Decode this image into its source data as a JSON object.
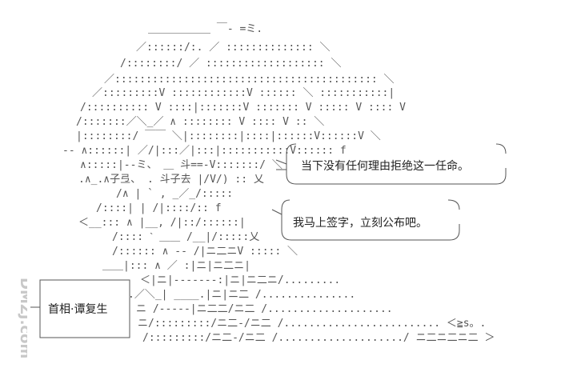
{
  "speech_bubbles": [
    {
      "text": "当下没有任何理由拒绝这一任命。"
    },
    {
      "text": "我马上签字，立刻公布吧。"
    }
  ],
  "caption": {
    "text": "首相·谭复生"
  },
  "watermark": {
    "text": "DMZJ.com"
  },
  "art_lines": [
    "＿＿＿＿＿＿ ￣‐ =ミ.",
    "／::::::/:. ／ :::::::::::::: ＼",
    "/::::::::/ ／ ::::::::::::::::::: ＼",
    "／:::::::::::::::::::::::::::::::::::::::::: ＼",
    "／:::::::::V ::::::::::::V :::::: ＼ :::::::::::|",
    "/:::::::::: V ::::|:::::::V ::::::: V ::::: V :::: V",
    "/:::::::／＼_／ ∧ :::::::: V :::: V :: ＼",
    "|::::::::/ ￣￣ ＼|::::::::|::::|::::::V::::::V ＼",
    "‐‐ ∧::::::|     ／/|:::／|:::|:::::::::::V:::::: f",
    "∧:::::|‐‐ミ、   ＿ 斗==‐V:::::::/ ＼",
    ".∧_.∧子弖、  . 斗子去  |/V/) :: 乂",
    "/∧  |          `  ,    _／_/:::::",
    "/::::|  |            /|::::/:: f",
    "＜__::: ∧  |__,     /|::/::::::|",
    "/:::: ˋ      ＿＿   /__|/:::::乂",
    "/:::::: ∧  ‐‐    /|ニ二ニV ::::: ＼",
    "＿＿|::: ∧     ／  :|ニ|ニ二ニ|",
    "＜|ニ|‐‐‐‐‐‐‐:|ニ|ニ二ニ/.........",
    ".／＼_|  ____.|ニ|ニ二 /...............",
    "ニ /‐‐‐‐‐|ニ二二/ニ二 /....................",
    "ニ/:::::::::/ニ二‐/ニ二 /.........................  ＜≧s。.",
    "/:::::::::/ニ二‐/ニ二 /..................../ ニ二ニ二ニ二 ＞"
  ]
}
